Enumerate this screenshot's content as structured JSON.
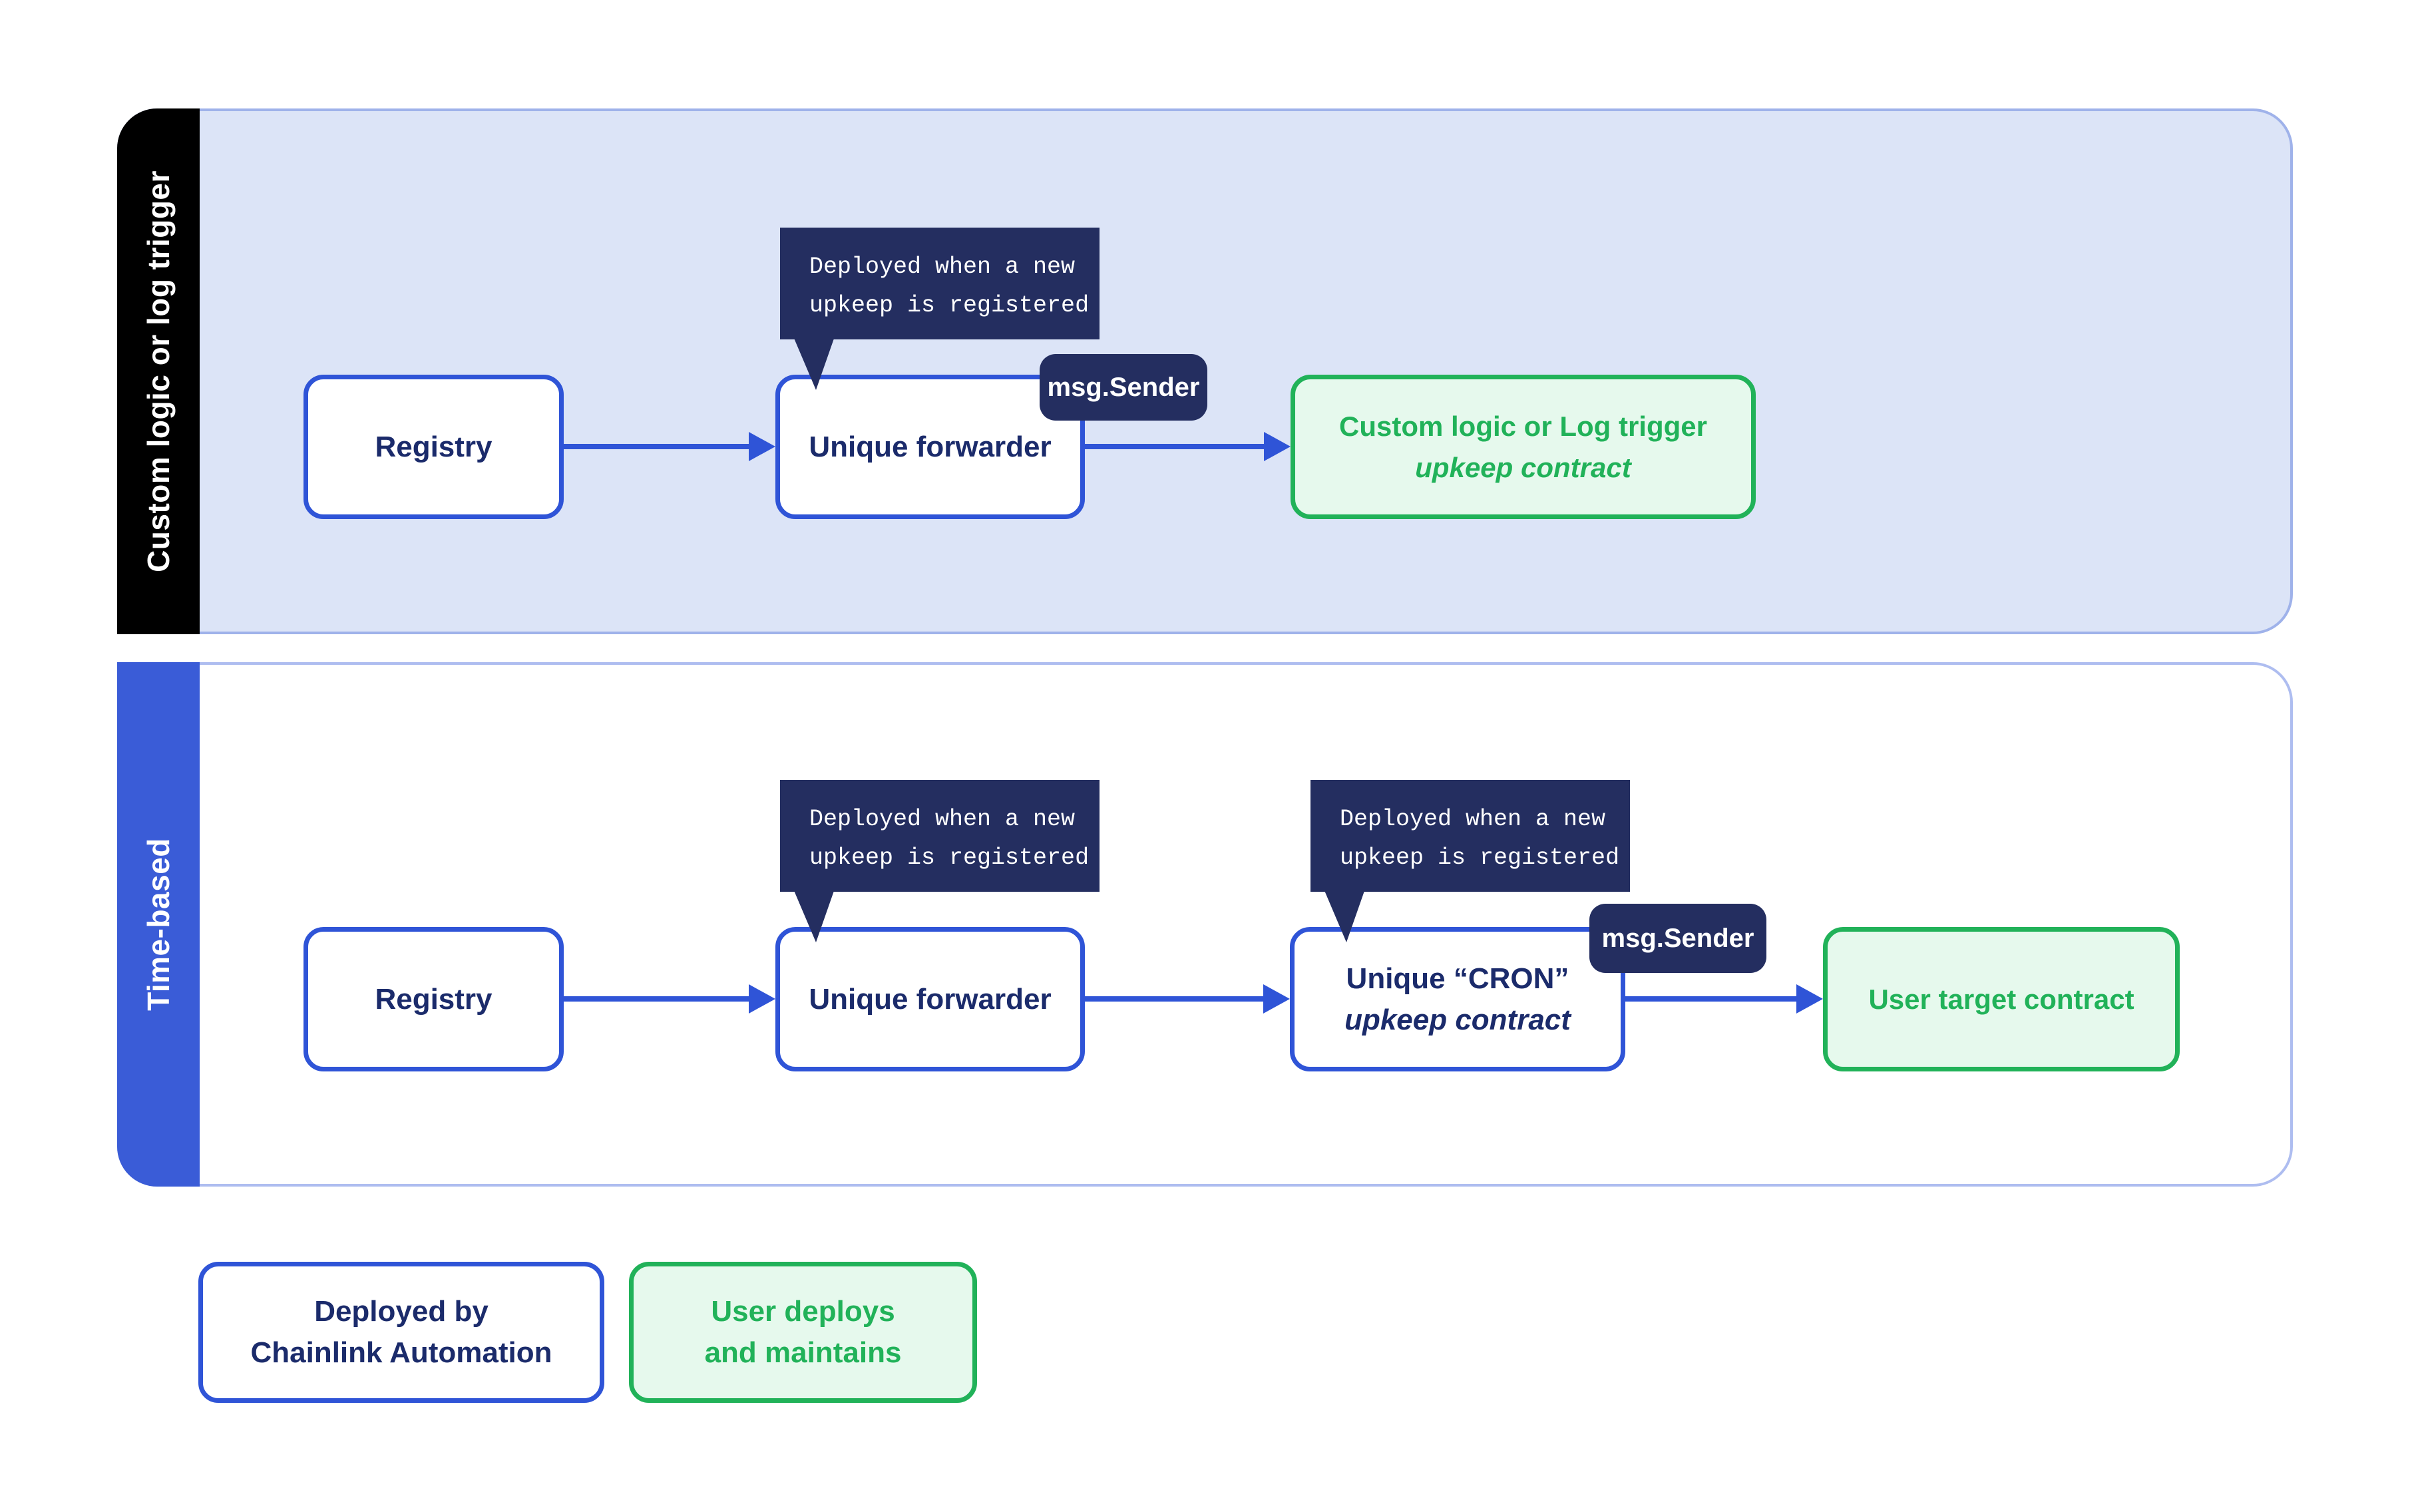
{
  "bands": {
    "custom_logic": {
      "label": "Custom logic or log trigger"
    },
    "time_based": {
      "label": "Time-based"
    }
  },
  "tooltip": {
    "line1": "Deployed when a new",
    "line2": "upkeep is registered"
  },
  "badge": {
    "msg_sender": "msg.Sender"
  },
  "nodes": {
    "registry": "Registry",
    "forwarder": "Unique forwarder",
    "custom_upkeep_line1": "Custom logic or Log trigger",
    "custom_upkeep_line2": "upkeep contract",
    "cron_line1": "Unique “CRON”",
    "cron_line2": "upkeep contract",
    "user_target": "User target contract"
  },
  "legend": {
    "chainlink_line1": "Deployed by",
    "chainlink_line2": "Chainlink Automation",
    "user_line1": "User deploys",
    "user_line2": "and maintains"
  },
  "colors": {
    "accent_blue": "#2f54d7",
    "sidebar_blue": "#3a5cd7",
    "sidebar_black": "#000000",
    "band_fill_lavender": "#dce4f7",
    "band_border": "#9fb2ea",
    "navy_tooltip": "#242e60",
    "node_text_navy": "#1b2b6b",
    "green": "#21b259",
    "green_fill": "#e6f9ed",
    "white": "#ffffff"
  }
}
